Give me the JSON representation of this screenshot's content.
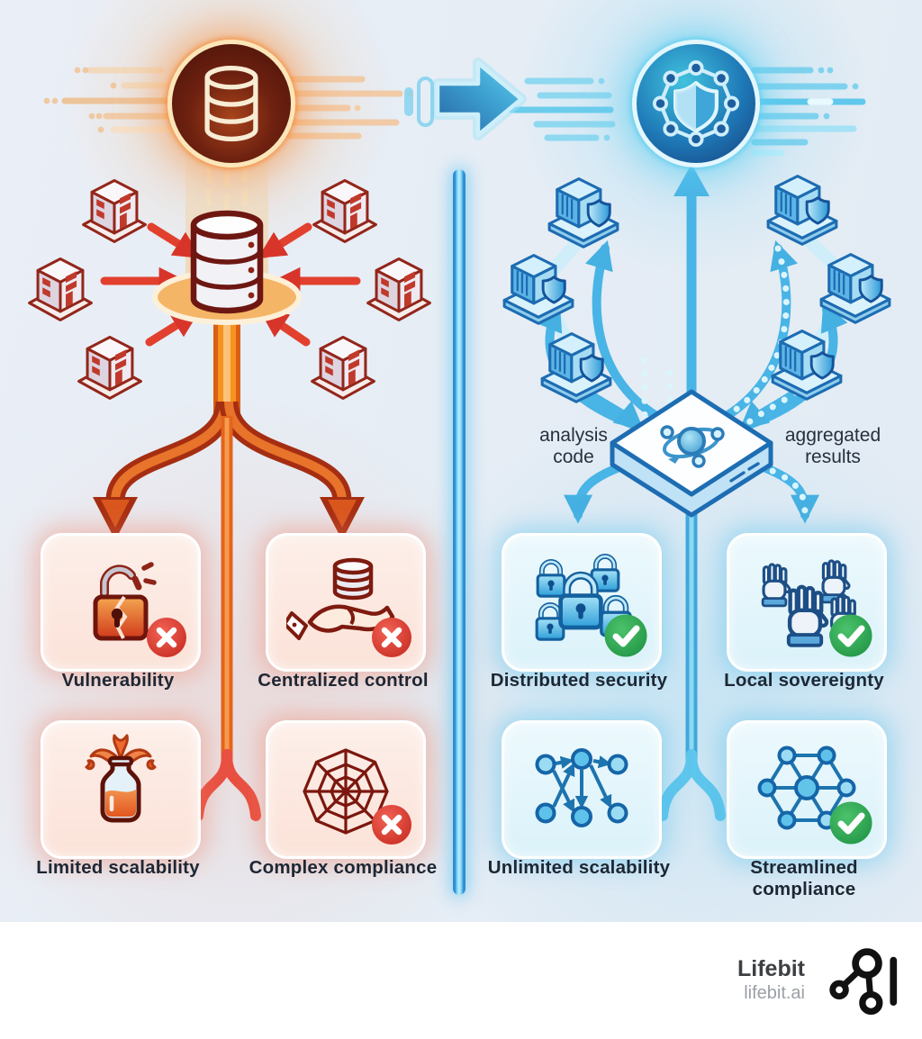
{
  "header": {
    "left_icon": "database-icon",
    "right_icon": "federated-network-shield-icon",
    "transition_icon": "right-arrow-icon"
  },
  "colors": {
    "left_accent": "#e2571d",
    "right_accent": "#2e9ad8",
    "negative_badge": "#d93025",
    "positive_badge": "#2ea44f"
  },
  "left": {
    "cluster_icons": [
      "building-icon",
      "central-database-icon"
    ],
    "cards": [
      {
        "label": "Vulnerability",
        "icon": "broken-lock-icon",
        "status": "negative"
      },
      {
        "label": "Centralized control",
        "icon": "hand-holding-database-icon",
        "status": "negative"
      },
      {
        "label": "Limited scalability",
        "icon": "overflowing-flask-icon",
        "status": "none"
      },
      {
        "label": "Complex compliance",
        "icon": "spiderweb-icon",
        "status": "negative"
      }
    ]
  },
  "right": {
    "cluster_icons": [
      "shielded-building-icon",
      "federation-hub-icon"
    ],
    "flow": {
      "analysis": {
        "line1": "analysis",
        "line2": "code"
      },
      "aggregated": {
        "line1": "aggregated",
        "line2": "results"
      }
    },
    "cards": [
      {
        "label": "Distributed security",
        "icon": "locks-icon",
        "status": "positive"
      },
      {
        "label": "Local sovereignty",
        "icon": "raised-hands-icon",
        "status": "positive"
      },
      {
        "label": "Unlimited scalability",
        "icon": "network-graph-icon",
        "status": "none"
      },
      {
        "label": "Streamlined compliance",
        "icon": "wheel-network-icon",
        "status": "positive"
      }
    ]
  },
  "footer": {
    "brand": "Lifebit",
    "domain": "lifebit.ai"
  }
}
